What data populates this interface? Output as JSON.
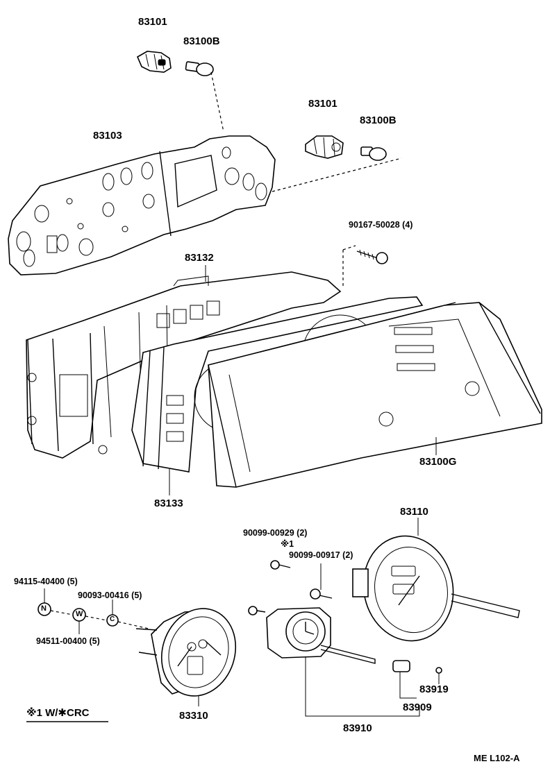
{
  "diagram_code": "ME  L102-A",
  "footnote": "※1 W/✱CRC",
  "parts": {
    "bulb_socket_top": "83101",
    "bulb_top": "83100B",
    "bulb_socket_right": "83101",
    "bulb_right": "83100B",
    "printed_circuit": "83103",
    "screw": "90167-50028 (4)",
    "case": "83132",
    "plate": "83133",
    "glass": "83100G",
    "speedometer": "83110",
    "screw_a": "90099-00929 (2)",
    "screw_a_note": "※1",
    "screw_b": "90099-00917 (2)",
    "nut": "94115-40400 (5)",
    "washer_c": "90093-00416 (5)",
    "washer_w": "94511-00400 (5)",
    "gauge": "83310",
    "clock": "83910",
    "socket": "83909",
    "bulb": "83919"
  },
  "icons": {
    "nut_letter": "N",
    "washer_letter": "W",
    "clip_letter": "C"
  }
}
